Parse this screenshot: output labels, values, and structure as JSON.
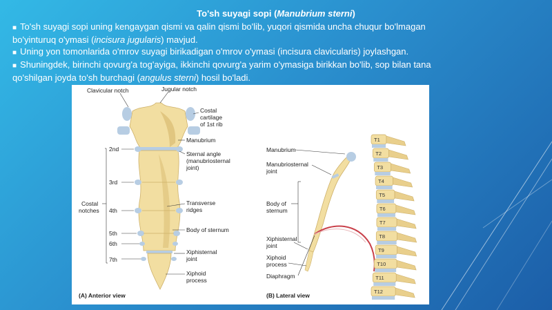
{
  "slide": {
    "title_prefix": "To'sh suyagi sopi (",
    "title_term": "Manubrium sterni",
    "title_suffix": ")",
    "bullets": [
      {
        "line1": "To'sh suyagi sopi uning kengaygan qismi va qalin qismi bo'lib, yuqori qismida uncha chuqur bo'lmagan",
        "line2_a": "bo'yinturuq o'ymasi (",
        "term": "incisura jugularis",
        "line2_b": ") mavjud."
      },
      {
        "line1_a": "Uning yon tomonlarida o'mrov suyagi birikadigan o'mrov o'ymasi (incisura clavicularis) joylashgan."
      },
      {
        "line1": "Shuningdek, birinchi qovurg'a tog'ayiga, ikkinchi qovurg'a yarim o'ymasiga birikkan bo'lib, sop bilan tana",
        "line2_a": "qo'shilgan joyda to'sh burchagi (",
        "term": "angulus sterni",
        "line2_b": ") hosil bo'ladi."
      }
    ]
  },
  "figure": {
    "anterior": {
      "labels": {
        "clavicular_notch": "Clavicular notch",
        "jugular_notch": "Jugular notch",
        "costal_cartilage_1": "Costal",
        "costal_cartilage_2": "cartilage",
        "costal_cartilage_3": "of 1st rib",
        "manubrium": "Manubrium",
        "sternal_angle_1": "Sternal angle",
        "sternal_angle_2": "(manubriosternal",
        "sternal_angle_3": "joint)",
        "transverse_1": "Transverse",
        "transverse_2": "ridges",
        "body": "Body of sternum",
        "xiphisternal_1": "Xiphisternal",
        "xiphisternal_2": "joint",
        "xiphoid_1": "Xiphoid",
        "xiphoid_2": "process",
        "costal_notches_1": "Costal",
        "costal_notches_2": "notches",
        "n2": "2nd",
        "n3": "3rd",
        "n4": "4th",
        "n5": "5th",
        "n6": "6th",
        "n7": "7th"
      },
      "caption": "(A) Anterior view"
    },
    "lateral": {
      "labels": {
        "manubrium": "Manubrium",
        "manubriosternal_1": "Manubriosternal",
        "manubriosternal_2": "joint",
        "body_1": "Body of",
        "body_2": "sternum",
        "xiphisternal_1": "Xiphisternal",
        "xiphisternal_2": "joint",
        "xiphoid_1": "Xiphoid",
        "xiphoid_2": "process",
        "diaphragm": "Diaphragm"
      },
      "vertebrae": [
        "T1",
        "T2",
        "T3",
        "T4",
        "T5",
        "T6",
        "T7",
        "T8",
        "T9",
        "T10",
        "T11",
        "T12"
      ],
      "caption": "(B) Lateral view"
    }
  },
  "colors": {
    "bone": "#f2dea1",
    "bone_shade": "#dcbf78",
    "cartilage": "#b7cde3",
    "diaphragm": "#c9404a"
  }
}
